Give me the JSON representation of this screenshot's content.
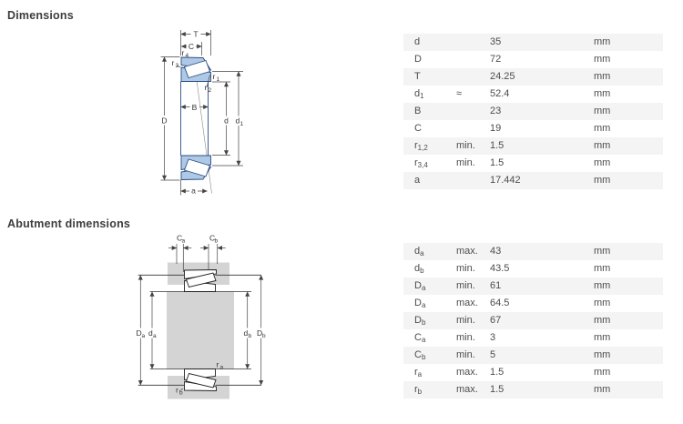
{
  "sections": {
    "dimensions": {
      "heading": "Dimensions"
    },
    "abutment": {
      "heading": "Abutment dimensions"
    }
  },
  "table1": {
    "rows": [
      {
        "label": {
          "base": "d",
          "sub": ""
        },
        "qual": "",
        "value": "35",
        "unit": "mm"
      },
      {
        "label": {
          "base": "D",
          "sub": ""
        },
        "qual": "",
        "value": "72",
        "unit": "mm"
      },
      {
        "label": {
          "base": "T",
          "sub": ""
        },
        "qual": "",
        "value": "24.25",
        "unit": "mm"
      },
      {
        "label": {
          "base": "d",
          "sub": "1"
        },
        "qual": "≈",
        "value": "52.4",
        "unit": "mm"
      },
      {
        "label": {
          "base": "B",
          "sub": ""
        },
        "qual": "",
        "value": "23",
        "unit": "mm"
      },
      {
        "label": {
          "base": "C",
          "sub": ""
        },
        "qual": "",
        "value": "19",
        "unit": "mm"
      },
      {
        "label": {
          "base": "r",
          "sub": "1,2"
        },
        "qual": "min.",
        "value": "1.5",
        "unit": "mm"
      },
      {
        "label": {
          "base": "r",
          "sub": "3,4"
        },
        "qual": "min.",
        "value": "1.5",
        "unit": "mm"
      },
      {
        "label": {
          "base": "a",
          "sub": ""
        },
        "qual": "",
        "value": "17.442",
        "unit": "mm"
      }
    ]
  },
  "table2": {
    "rows": [
      {
        "label": {
          "base": "d",
          "sub": "a"
        },
        "qual": "max.",
        "value": "43",
        "unit": "mm"
      },
      {
        "label": {
          "base": "d",
          "sub": "b"
        },
        "qual": "min.",
        "value": "43.5",
        "unit": "mm"
      },
      {
        "label": {
          "base": "D",
          "sub": "a"
        },
        "qual": "min.",
        "value": "61",
        "unit": "mm"
      },
      {
        "label": {
          "base": "D",
          "sub": "a"
        },
        "qual": "max.",
        "value": "64.5",
        "unit": "mm"
      },
      {
        "label": {
          "base": "D",
          "sub": "b"
        },
        "qual": "min.",
        "value": "67",
        "unit": "mm"
      },
      {
        "label": {
          "base": "C",
          "sub": "a"
        },
        "qual": "min.",
        "value": "3",
        "unit": "mm"
      },
      {
        "label": {
          "base": "C",
          "sub": "b"
        },
        "qual": "min.",
        "value": "5",
        "unit": "mm"
      },
      {
        "label": {
          "base": "r",
          "sub": "a"
        },
        "qual": "max.",
        "value": "1.5",
        "unit": "mm"
      },
      {
        "label": {
          "base": "r",
          "sub": "b"
        },
        "qual": "max.",
        "value": "1.5",
        "unit": "mm"
      }
    ]
  },
  "diagram1": {
    "colors": {
      "fill": "#aec9e5",
      "stroke": "#2c4d84"
    },
    "labels": {
      "T": "T",
      "C": "C",
      "B": "B",
      "D": "D",
      "d": "d",
      "a": "a",
      "d1": {
        "base": "d",
        "sub": "1"
      },
      "r1": {
        "base": "r",
        "sub": "1"
      },
      "r2": {
        "base": "r",
        "sub": "2"
      },
      "r3": {
        "base": "r",
        "sub": "3"
      },
      "r4": {
        "base": "r",
        "sub": "4"
      }
    }
  },
  "diagram2": {
    "colors": {
      "block": "#d4d4d4",
      "stroke": "#222222"
    },
    "labels": {
      "Ca": {
        "base": "C",
        "sub": "a"
      },
      "Cb": {
        "base": "C",
        "sub": "b"
      },
      "Da": {
        "base": "D",
        "sub": "a"
      },
      "da": {
        "base": "d",
        "sub": "a"
      },
      "db": {
        "base": "d",
        "sub": "b"
      },
      "Db": {
        "base": "D",
        "sub": "b"
      },
      "ra": {
        "base": "r",
        "sub": "a"
      },
      "rb": {
        "base": "r",
        "sub": "b"
      }
    }
  }
}
